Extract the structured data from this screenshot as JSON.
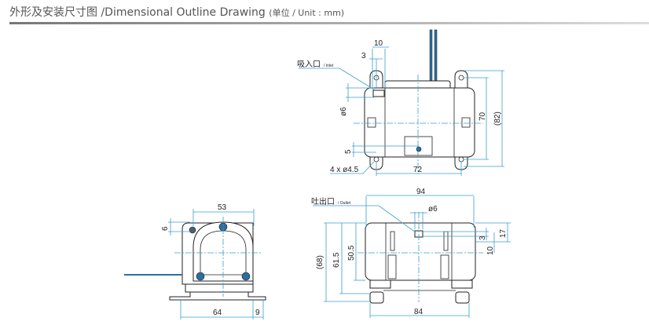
{
  "header": {
    "title": "外形及安装尺寸图 /Dimensional Outline Drawing",
    "unit": "(单位 / Unit : mm)"
  },
  "top_view": {
    "inlet_cn": "吸入口",
    "inlet_en": "/ Inlet",
    "dims": {
      "w10": "10",
      "w3": "3",
      "d6": "ø6",
      "h5": "5",
      "holes": "4 x ø4.5",
      "w72": "72",
      "h70": "70",
      "h82": "(82)"
    }
  },
  "front_view": {
    "outlet_cn": "吐出口",
    "outlet_en": "/ Outlet",
    "dims": {
      "w94": "94",
      "d6": "ø6",
      "h68": "(68)",
      "h61_5": "61.5",
      "h50_5": "50.5",
      "h3": "3",
      "h10": "10",
      "h17": "17",
      "w84": "84"
    }
  },
  "side_view": {
    "dims": {
      "w53": "53",
      "h6": "6",
      "w64": "64",
      "w9": "9"
    }
  },
  "colors": {
    "dimension": "#3a9fd0",
    "outline": "#222222"
  }
}
